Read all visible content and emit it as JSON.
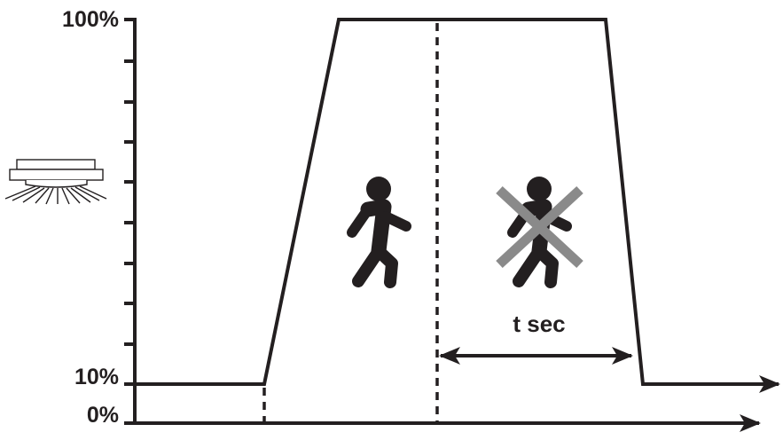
{
  "axis": {
    "label_100": "100%",
    "label_10": "10%",
    "label_0": "0%"
  },
  "duration": {
    "label": "t sec"
  },
  "levels": {
    "standby_percent": 10,
    "full_percent": 100
  },
  "icons": {
    "sensor": "ceiling-motion-sensor-icon",
    "presence": "walking-person-icon",
    "absence": "crossed-out-walking-person-icon"
  },
  "colors": {
    "line": "#231f20",
    "cross": "#8a8a8a"
  }
}
